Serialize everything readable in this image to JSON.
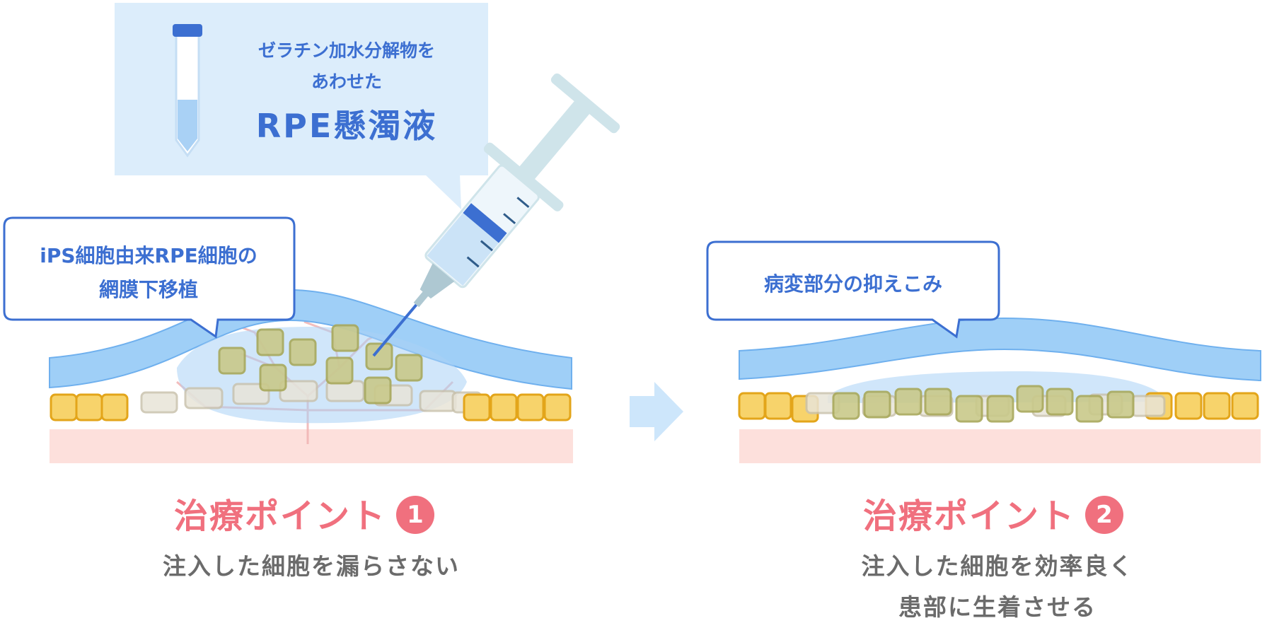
{
  "suspension_bubble": {
    "line1": "ゼラチン加水分解物を",
    "line2": "あわせた",
    "title": "RPE懸濁液"
  },
  "left_panel": {
    "callout_line1": "iPS細胞由来RPE細胞の",
    "callout_line2": "網膜下移植",
    "point_title": "治療ポイント",
    "point_number": "1",
    "point_desc": "注入した細胞を漏らさない"
  },
  "right_panel": {
    "callout": "病変部分の抑えこみ",
    "point_title": "治療ポイント",
    "point_number": "2",
    "point_desc_line1": "注入した細胞を効率良く",
    "point_desc_line2": "患部に生着させる"
  },
  "colors": {
    "retina_blue": "#9fcff7",
    "bubble_blue": "#dcedfb",
    "text_blue": "#3c6fd1",
    "rpe_yellow": "#f7d36b",
    "choroid_pink": "#fde0dc",
    "accent_pink": "#f0707e",
    "injected_cell_olive": "#c9c98a"
  }
}
